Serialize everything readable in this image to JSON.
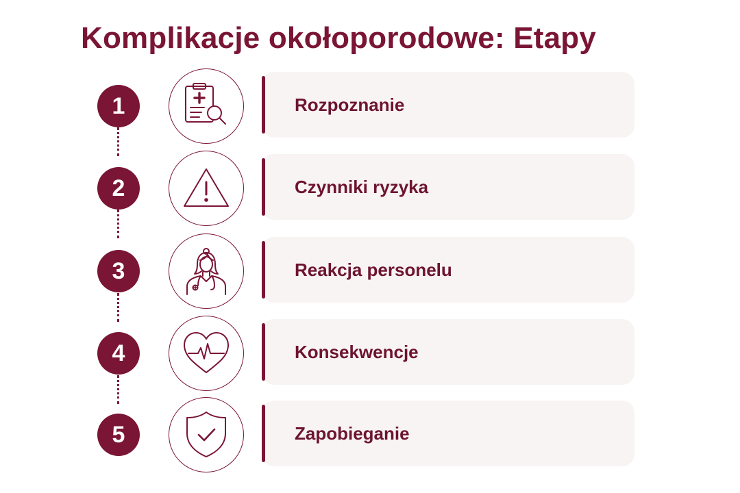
{
  "title": "Komplikacje okołoporodowe: Etapy",
  "colors": {
    "accent": "#7a1535",
    "card_background": "#f8f4f3",
    "page_background": "#ffffff"
  },
  "steps": [
    {
      "number": "1",
      "label": "Rozpoznanie",
      "icon": "clipboard-magnifier-icon"
    },
    {
      "number": "2",
      "label": "Czynniki ryzyka",
      "icon": "warning-triangle-icon"
    },
    {
      "number": "3",
      "label": "Reakcja personelu",
      "icon": "medical-staff-icon"
    },
    {
      "number": "4",
      "label": "Konsekwencje",
      "icon": "heart-pulse-icon"
    },
    {
      "number": "5",
      "label": "Zapobieganie",
      "icon": "shield-check-icon"
    }
  ]
}
